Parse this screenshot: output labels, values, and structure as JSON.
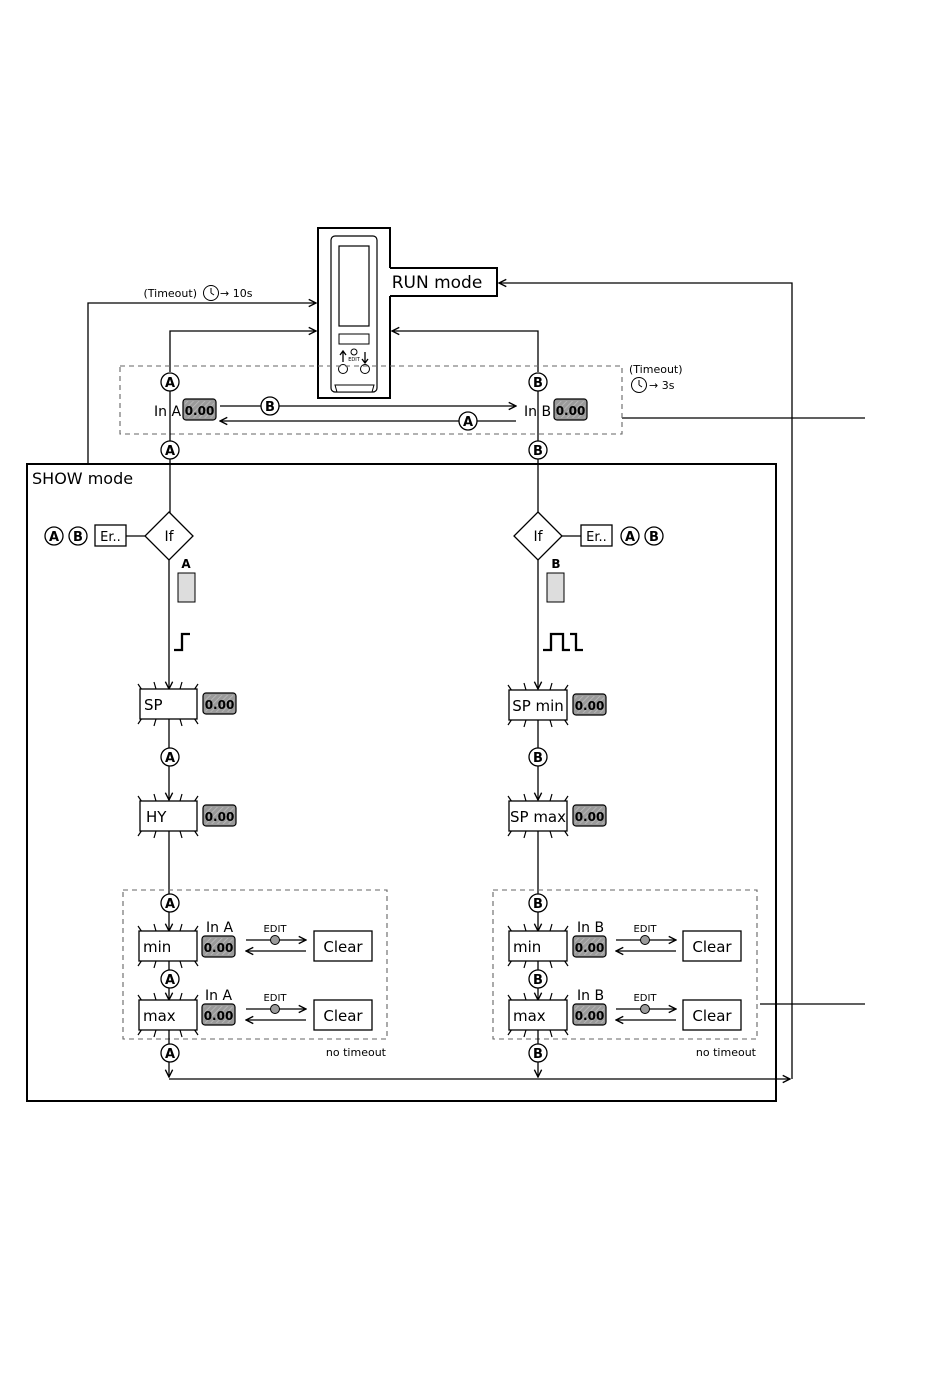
{
  "run": {
    "title": "RUN mode",
    "device_edit": "EDIT"
  },
  "timeout_10s": {
    "label": "(Timeout)",
    "time": "→ 10s"
  },
  "timeout_3s": {
    "label": "(Timeout)",
    "time": "→ 3s"
  },
  "keys": {
    "a": "A",
    "b": "B"
  },
  "value": "0.00",
  "in_a": "In A",
  "in_b": "In B",
  "show": {
    "title": "SHOW mode"
  },
  "if_label": "If",
  "err_label": "Er..",
  "out_a": "A",
  "out_b": "B",
  "left_chain": {
    "sp": "SP",
    "hy": "HY",
    "min": "min",
    "max": "max",
    "in": "In A"
  },
  "right_chain": {
    "sp_min": "SP min",
    "sp_max": "SP max",
    "min": "min",
    "max": "max",
    "in": "In B"
  },
  "edit_label": "EDIT",
  "clear_label": "Clear",
  "no_timeout": "no timeout"
}
